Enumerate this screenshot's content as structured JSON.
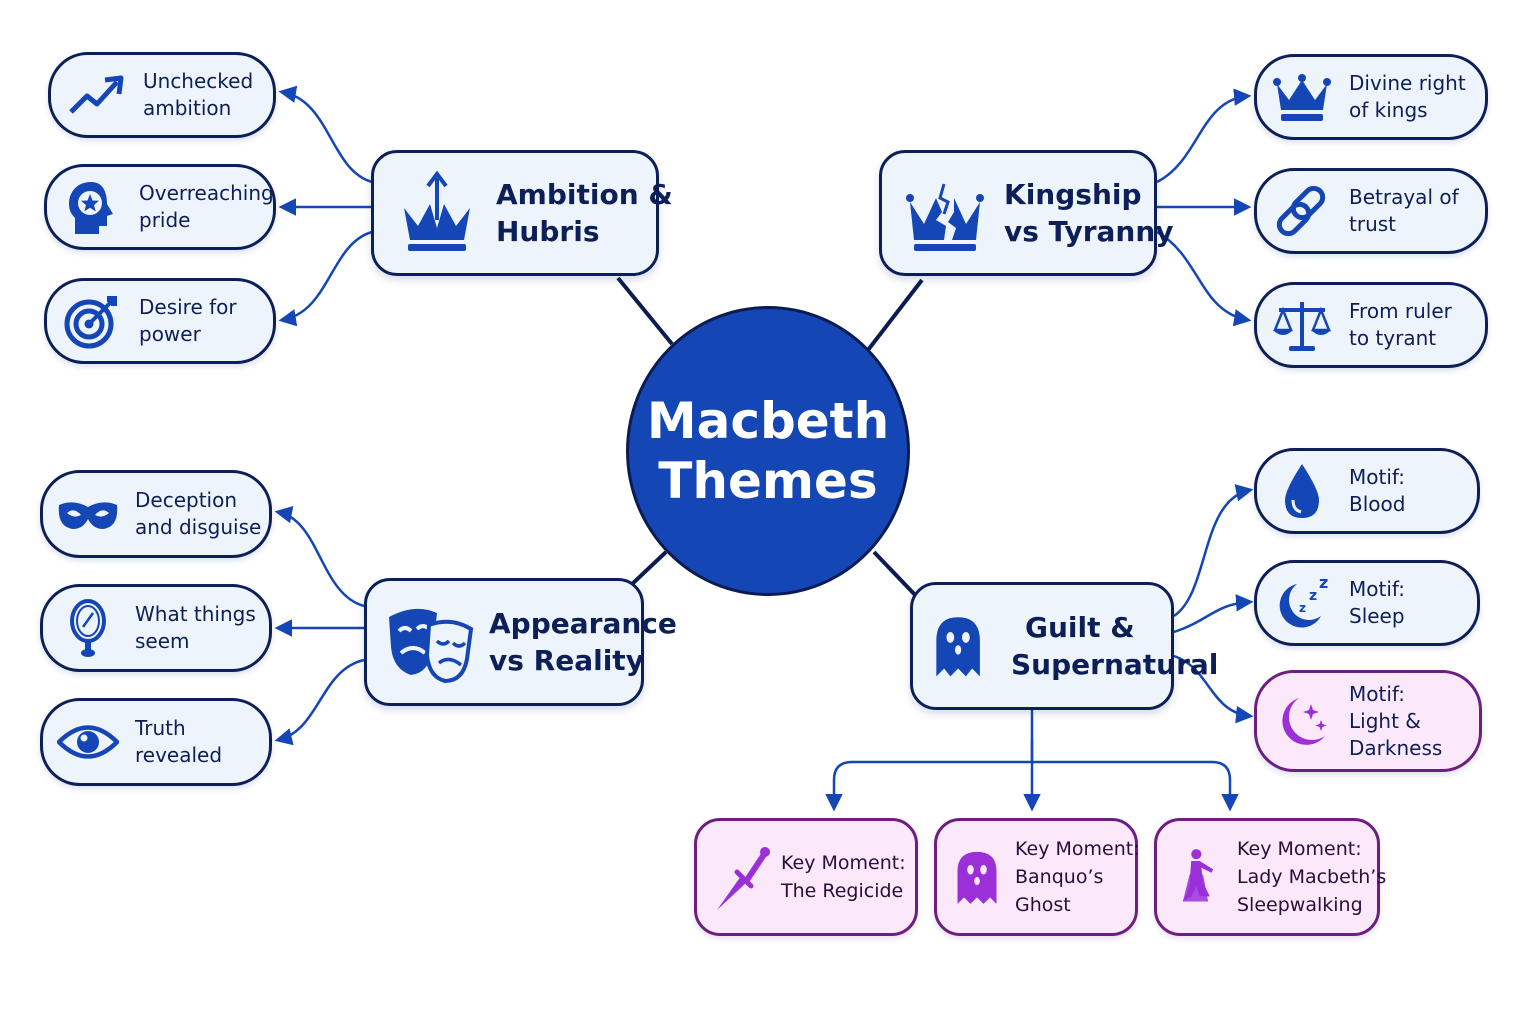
{
  "center": {
    "line1": "Macbeth",
    "line2": "Themes"
  },
  "themes": {
    "ambition": {
      "title": [
        "Ambition &",
        "Hubris"
      ],
      "icon": "crown-arrow-icon",
      "items": [
        {
          "lines": [
            "Unchecked",
            "ambition"
          ],
          "icon": "trend-up-icon"
        },
        {
          "lines": [
            "Overreaching",
            "pride"
          ],
          "icon": "head-star-icon"
        },
        {
          "lines": [
            "Desire for",
            "power"
          ],
          "icon": "target-icon"
        }
      ]
    },
    "kingship": {
      "title": [
        "Kingship",
        "vs Tyranny"
      ],
      "icon": "broken-crown-icon",
      "items": [
        {
          "lines": [
            "Divine right",
            "of kings"
          ],
          "icon": "crown-icon"
        },
        {
          "lines": [
            "Betrayal of",
            "trust"
          ],
          "icon": "broken-link-icon"
        },
        {
          "lines": [
            "From ruler",
            "to tyrant"
          ],
          "icon": "scales-icon"
        }
      ]
    },
    "appearance": {
      "title": [
        "Appearance",
        "vs Reality"
      ],
      "icon": "theater-masks-icon",
      "items": [
        {
          "lines": [
            "Deception",
            "and disguise"
          ],
          "icon": "mask-icon"
        },
        {
          "lines": [
            "What things",
            "seem"
          ],
          "icon": "mirror-icon"
        },
        {
          "lines": [
            "Truth",
            "revealed"
          ],
          "icon": "eye-icon"
        }
      ]
    },
    "guilt": {
      "title": [
        "Guilt &",
        "Supernatural"
      ],
      "icon": "ghost-icon",
      "motifs": [
        {
          "lines": [
            "Motif:",
            "Blood"
          ],
          "icon": "blood-drop-icon"
        },
        {
          "lines": [
            "Motif:",
            "Sleep"
          ],
          "icon": "moon-zzz-icon"
        },
        {
          "lines": [
            "Motif:",
            "Light &",
            "Darkness"
          ],
          "icon": "moon-stars-icon"
        }
      ],
      "moments": [
        {
          "lines": [
            "Key Moment:",
            "The Regicide"
          ],
          "icon": "dagger-icon"
        },
        {
          "lines": [
            "Key Moment:",
            "Banquo’s",
            "Ghost"
          ],
          "icon": "ghost-icon"
        },
        {
          "lines": [
            "Key Moment:",
            "Lady Macbeth’s",
            "Sleepwalking"
          ],
          "icon": "sleepwalker-icon"
        }
      ]
    }
  },
  "colors": {
    "accent": "#1546b5",
    "ink": "#0d1f57",
    "node_fill": "#eef4fc",
    "motif_fill": "#fbe9fb",
    "motif_stroke": "#6b1f80",
    "motif_icon": "#9b30d9"
  }
}
